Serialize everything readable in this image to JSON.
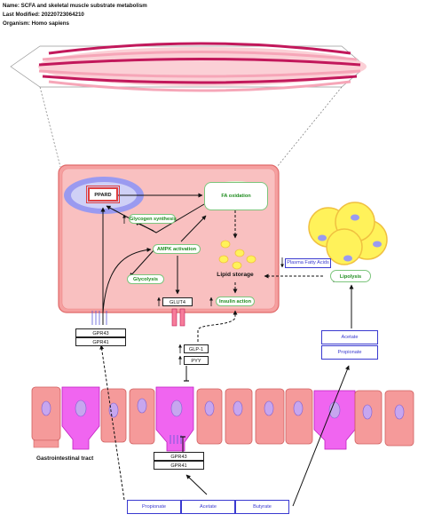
{
  "header": {
    "name": "Name: SCFA and skeletal muscle substrate metabolism",
    "modified": "Last Modified: 20220723064210",
    "organism": "Organism: Homo sapiens"
  },
  "nodes": {
    "ppard": "PPARD",
    "fa_oxidation": "FA oxidation",
    "glycogen_synthesis": "Glycogen synthesis",
    "ampk_activation": "AMPK activation",
    "glycolysis": "Glycolysis",
    "glut4": "GLUT4",
    "lipid_storage": "Lipid storage",
    "insulin_action": "Insulin action",
    "plasma_fatty_acids": "Plasma Fatty Acids",
    "lipolysis": "Lipolysis",
    "gpr43_top": "GPR43",
    "gpr41_top": "GPR41",
    "glp1": "GLP-1",
    "pyy": "PYY",
    "acetate_right": "Acetate",
    "propionate_right": "Propionate",
    "gi_tract": "Gastrointestinal tract",
    "gpr43_bottom": "GPR43",
    "gpr41_bottom": "GPR41",
    "propionate_bottom": "Propionate",
    "acetate_bottom": "Acetate",
    "butyrate_bottom": "Butyrate"
  },
  "colors": {
    "cell_fill": "#f9c0c0",
    "cell_border": "#e06868",
    "nucleus": "#9a9af0",
    "goblet": "#f060f0",
    "fat_yellow": "#fff25a",
    "metabolite_blue": "#3a3ad0",
    "process_green": "#1f8c1f",
    "muscle_stripe": "#c2185b"
  }
}
